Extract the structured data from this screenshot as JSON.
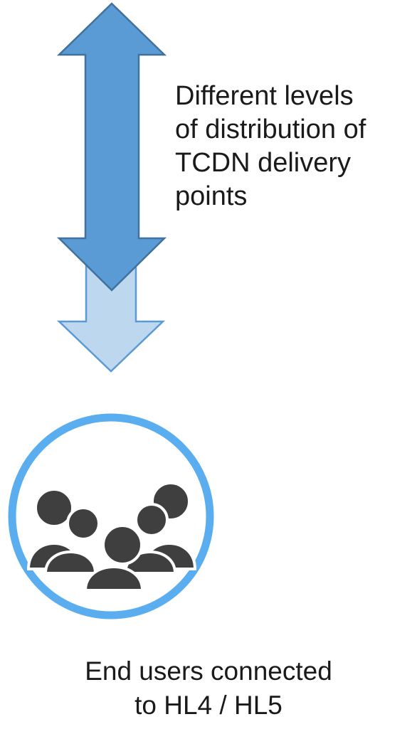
{
  "diagram": {
    "distribution_label": {
      "lines": [
        "Different levels",
        "of distribution of",
        "TCDN delivery",
        "points"
      ]
    },
    "users_label": {
      "lines": [
        "End users connected",
        "to HL4 / HL5"
      ]
    },
    "colors": {
      "dark_arrow_fill": "#5b9bd5",
      "dark_arrow_stroke": "#41719c",
      "light_arrow_fill": "#bdd7ee",
      "light_arrow_stroke": "#5b9bd5",
      "circle_ring": "#5aaef0",
      "people": "#3f3f3f",
      "text": "#1a1a1a"
    },
    "icons": {
      "distribution_arrow": "double-headed-arrow-icon",
      "extension_arrow": "down-arrow-icon",
      "users": "user-group-icon"
    }
  }
}
